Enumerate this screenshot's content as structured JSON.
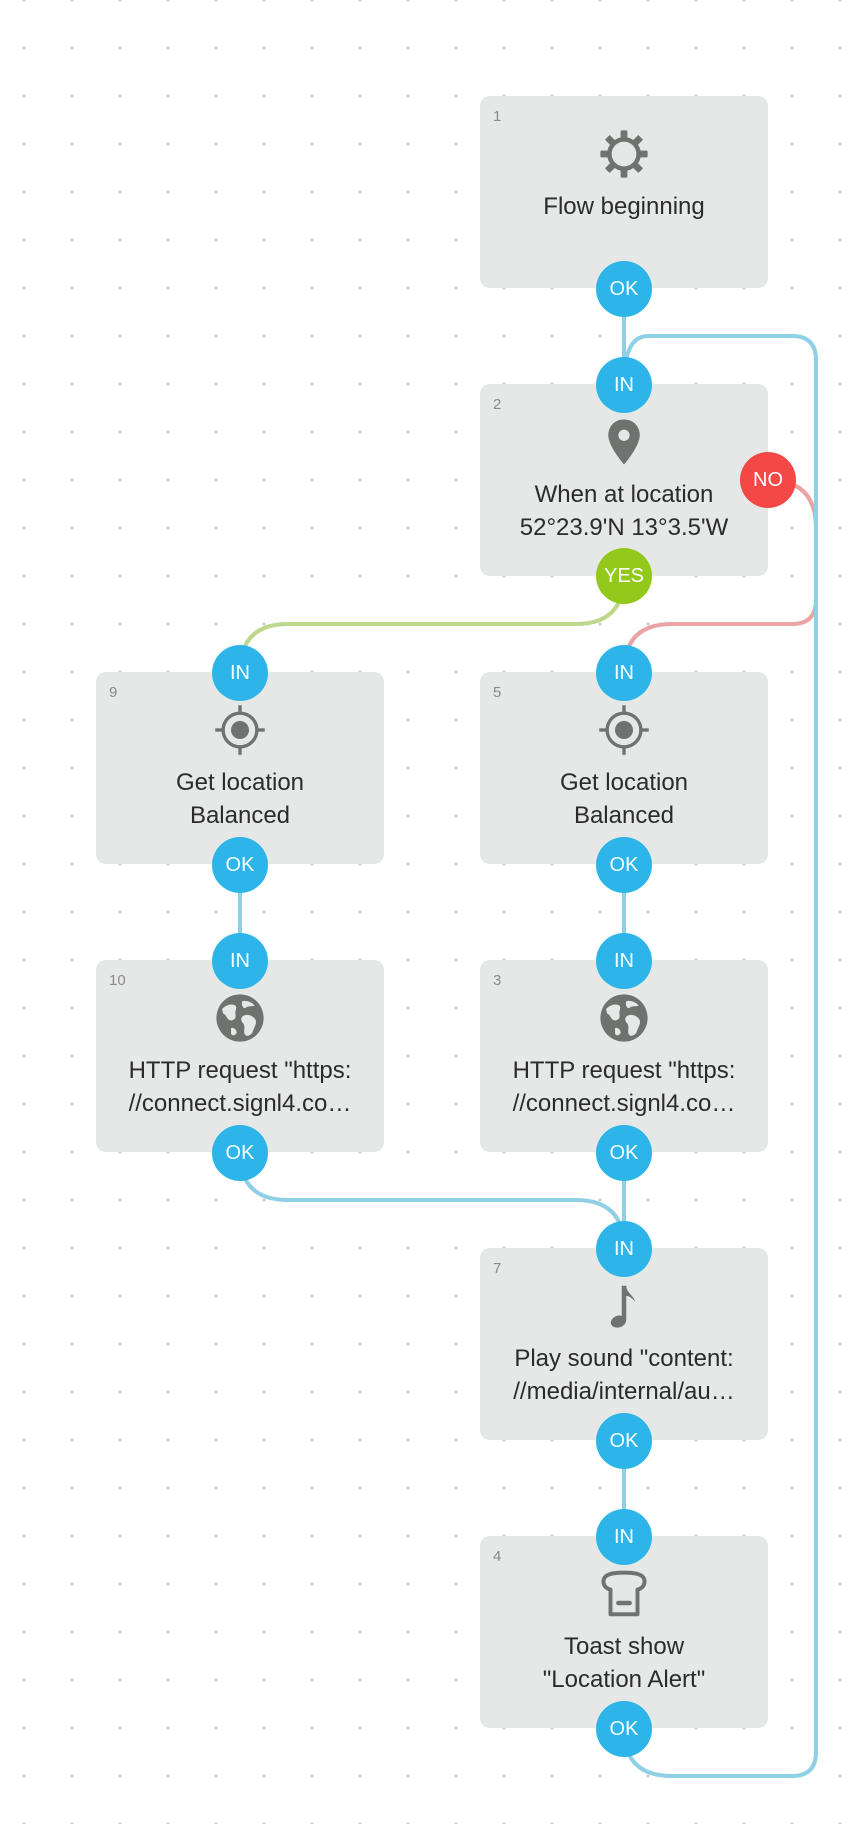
{
  "colors": {
    "accent": "#2db5e9",
    "yes": "#92c91a",
    "no": "#f44846",
    "block": "#e6e7e7",
    "wire_ok": "#8fd0e6",
    "wire_yes": "#bcd88a",
    "wire_no": "#eba3a3"
  },
  "ports": {
    "in": "IN",
    "ok": "OK",
    "yes": "YES",
    "no": "NO"
  },
  "blocks": [
    {
      "num": "1",
      "icon": "gear-icon",
      "line1": "Flow beginning",
      "line2": ""
    },
    {
      "num": "2",
      "icon": "map-pin-icon",
      "line1": "When at location",
      "line2": "52°23.9'N 13°3.5'W"
    },
    {
      "num": "9",
      "icon": "gps-crosshair-icon",
      "line1": "Get location",
      "line2": "Balanced"
    },
    {
      "num": "5",
      "icon": "gps-crosshair-icon",
      "line1": "Get location",
      "line2": "Balanced"
    },
    {
      "num": "10",
      "icon": "globe-icon",
      "line1": "HTTP request \"https:",
      "line2": "//connect.signl4.co…"
    },
    {
      "num": "3",
      "icon": "globe-icon",
      "line1": "HTTP request \"https:",
      "line2": "//connect.signl4.co…"
    },
    {
      "num": "7",
      "icon": "music-note-icon",
      "line1": "Play sound \"content:",
      "line2": "//media/internal/au…"
    },
    {
      "num": "4",
      "icon": "toast-icon",
      "line1": "Toast show",
      "line2": "\"Location Alert\""
    }
  ]
}
